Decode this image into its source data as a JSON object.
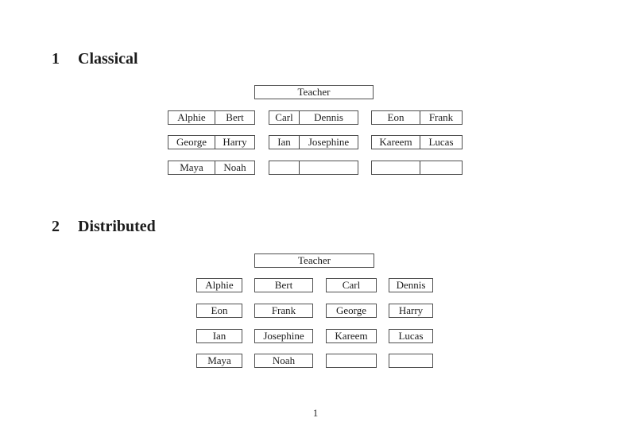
{
  "colors": {
    "background": "#ffffff",
    "text": "#1c1c1c",
    "rule": "#4f4f4f"
  },
  "sections": [
    {
      "number": "1",
      "title": "Classical",
      "teacher_label": "Teacher",
      "desks": [
        {
          "seats": [
            "Alphie",
            "Bert"
          ]
        },
        {
          "seats": [
            "Carl",
            "Dennis"
          ]
        },
        {
          "seats": [
            "Eon",
            "Frank"
          ]
        },
        {
          "seats": [
            "George",
            "Harry"
          ]
        },
        {
          "seats": [
            "Ian",
            "Josephine"
          ]
        },
        {
          "seats": [
            "Kareem",
            "Lucas"
          ]
        },
        {
          "seats": [
            "Maya",
            "Noah"
          ]
        },
        {
          "seats": [
            "",
            ""
          ]
        },
        {
          "seats": [
            "",
            ""
          ]
        }
      ]
    },
    {
      "number": "2",
      "title": "Distributed",
      "teacher_label": "Teacher",
      "seats": [
        "Alphie",
        "Bert",
        "Carl",
        "Dennis",
        "Eon",
        "Frank",
        "George",
        "Harry",
        "Ian",
        "Josephine",
        "Kareem",
        "Lucas",
        "Maya",
        "Noah",
        "",
        ""
      ]
    }
  ],
  "footer": {
    "page_number": "1"
  }
}
